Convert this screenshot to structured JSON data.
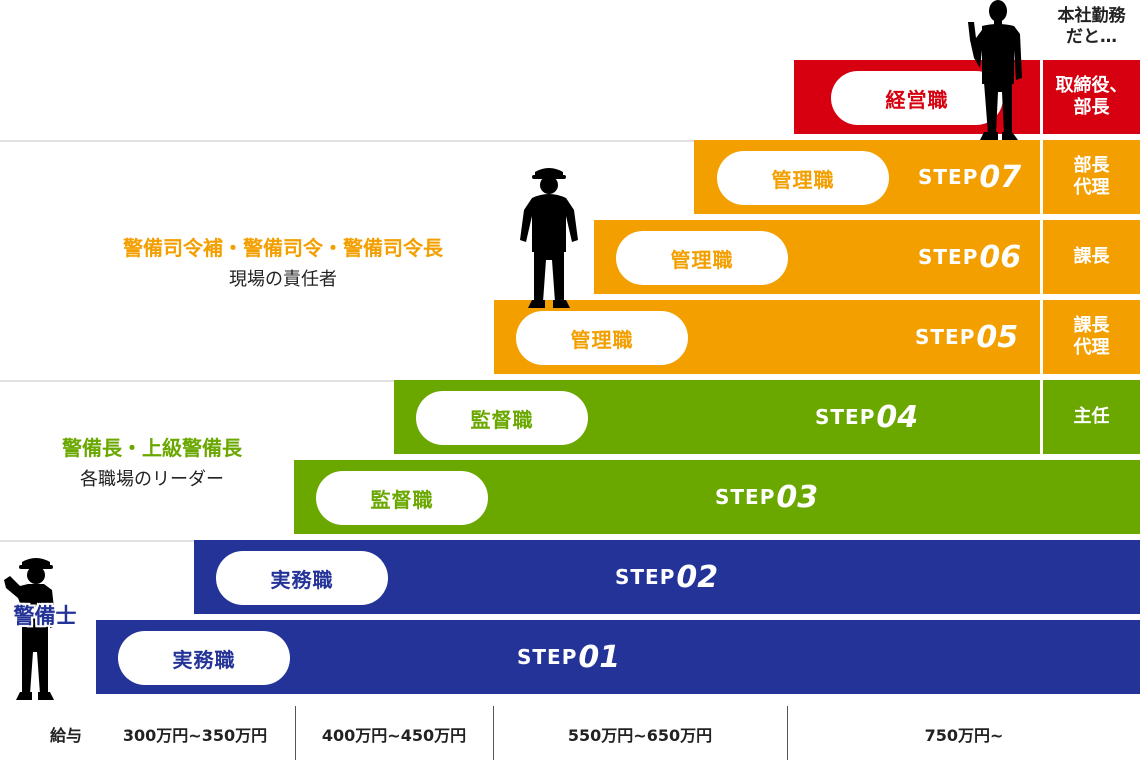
{
  "corner_note": "本社勤務\nだと…",
  "groups": {
    "manager": {
      "title": "警備司令補・警備司令・警備司令長",
      "subtitle": "現場の責任者",
      "color": "#f39f00"
    },
    "supervisor": {
      "title": "警備長・上級警備長",
      "subtitle": "各職場のリーダー",
      "color": "#6aa800"
    },
    "guard": {
      "title": "警備士",
      "color": "#233397"
    }
  },
  "steps": {
    "executive": {
      "job": "経営職",
      "color": "#d60010"
    },
    "s07": {
      "job": "管理職",
      "step_word": "STEP",
      "step_num": "07",
      "color": "#f39f00"
    },
    "s06": {
      "job": "管理職",
      "step_word": "STEP",
      "step_num": "06",
      "color": "#f39f00"
    },
    "s05": {
      "job": "管理職",
      "step_word": "STEP",
      "step_num": "05",
      "color": "#f39f00"
    },
    "s04": {
      "job": "監督職",
      "step_word": "STEP",
      "step_num": "04",
      "color": "#6aa800"
    },
    "s03": {
      "job": "監督職",
      "step_word": "STEP",
      "step_num": "03",
      "color": "#6aa800"
    },
    "s02": {
      "job": "実務職",
      "step_word": "STEP",
      "step_num": "02",
      "color": "#233397"
    },
    "s01": {
      "job": "実務職",
      "step_word": "STEP",
      "step_num": "01",
      "color": "#233397"
    }
  },
  "office_positions": {
    "executive": "取締役、\n部長",
    "s07": "部長\n代理",
    "s06": "課長",
    "s05": "課長\n代理",
    "s04": "主任"
  },
  "salary": {
    "label": "給与",
    "ranges": [
      "300万円~350万円",
      "400万円~450万円",
      "550万円~650万円",
      "750万円~"
    ]
  },
  "icons": [
    "salute-guard-silhouette-icon",
    "guard-commander-silhouette-icon",
    "businessman-silhouette-icon"
  ]
}
